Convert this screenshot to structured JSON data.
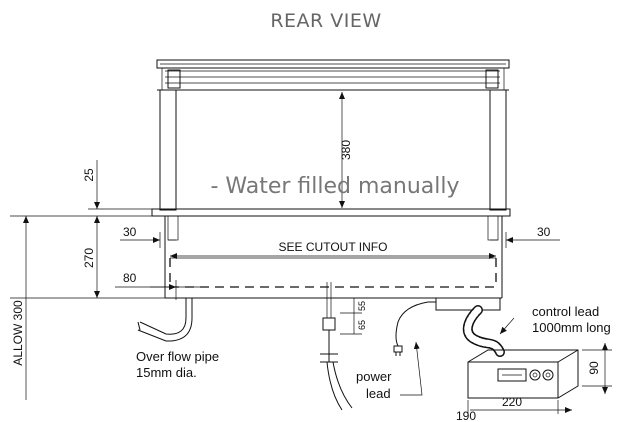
{
  "title": "REAR VIEW",
  "overlay_note": "- Water filled manually",
  "dimensions": {
    "top_clearance": "25",
    "well_height": "380",
    "base_height": "270",
    "allow": "ALLOW 300",
    "left_margin": "30",
    "right_margin": "30",
    "overflow_offset": "80",
    "drain_upper": "55",
    "drain_lower": "65",
    "box_height": "90",
    "box_width": "220",
    "box_depth": "190"
  },
  "labels": {
    "cutout": "SEE CUTOUT INFO",
    "overflow_line1": "Over flow pipe",
    "overflow_line2": "15mm dia.",
    "power_line1": "power",
    "power_line2": "lead",
    "control_line1": "control lead",
    "control_line2": "1000mm long"
  },
  "colors": {
    "line": "#111111",
    "title_text": "#666666",
    "overlay_text": "#777777"
  }
}
